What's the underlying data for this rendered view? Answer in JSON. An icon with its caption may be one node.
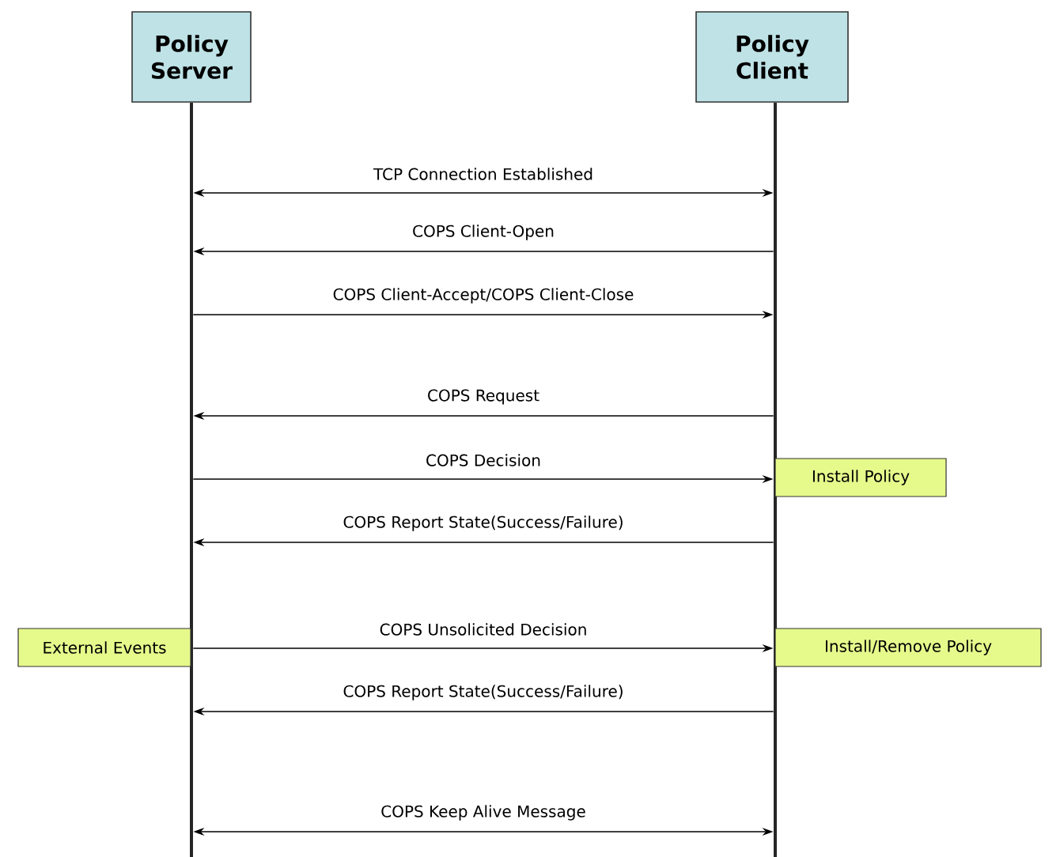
{
  "diagram": {
    "nodes": [
      {
        "text": [
          "Policy Server"
        ]
      },
      {
        "text": [
          "Policy Client"
        ]
      },
      {
        "text": [],
        "shape": "bar"
      },
      {
        "text": [],
        "shape": "bar"
      },
      {
        "text": [
          "Install Policy"
        ]
      },
      {
        "text": [
          "External Events"
        ]
      },
      {
        "text": [
          "Install/Remove Policy"
        ]
      }
    ],
    "edges": [
      {
        "from": 2,
        "to": 3,
        "arrow": "both",
        "label": "TCP Connection Established"
      },
      {
        "from": 3,
        "to": 2,
        "arrow": "to",
        "label": "COPS Client-Open"
      },
      {
        "from": 2,
        "to": 3,
        "arrow": "to",
        "label": "COPS Client-Accept/COPS Client-Close"
      },
      {
        "from": 3,
        "to": 2,
        "arrow": "to",
        "label": "COPS Request"
      },
      {
        "from": 2,
        "to": 3,
        "arrow": "to",
        "label": "COPS Decision"
      },
      {
        "from": 3,
        "to": 2,
        "arrow": "to",
        "label": "COPS Report State(Success/Failure)"
      },
      {
        "from": 2,
        "to": 3,
        "arrow": "to",
        "label": "COPS Unsolicited Decision"
      },
      {
        "from": 3,
        "to": 2,
        "arrow": "to",
        "label": "COPS Report State(Success/Failure)"
      },
      {
        "from": 2,
        "to": 3,
        "arrow": "both",
        "label": "COPS Keep Alive Message"
      }
    ]
  }
}
